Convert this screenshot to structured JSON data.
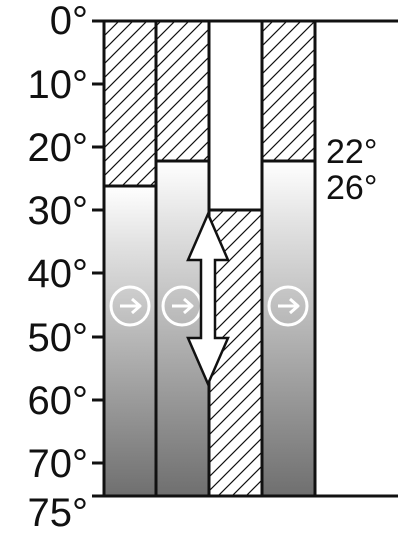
{
  "axis": {
    "ticks": [
      {
        "label": "0°",
        "value": 0
      },
      {
        "label": "10°",
        "value": 10
      },
      {
        "label": "20°",
        "value": 20
      },
      {
        "label": "30°",
        "value": 30
      },
      {
        "label": "40°",
        "value": 40
      },
      {
        "label": "50°",
        "value": 50
      },
      {
        "label": "60°",
        "value": 60
      },
      {
        "label": "70°",
        "value": 70
      },
      {
        "label": "75°",
        "value": 75
      }
    ],
    "range": [
      0,
      75
    ]
  },
  "columns": [
    {
      "hatched_to_deg": 26,
      "gradient_from_deg": 26,
      "arrow_icon": "arrow-right-circle-icon"
    },
    {
      "hatched_to_deg": 22,
      "gradient_from_deg": 22,
      "arrow_icon": "arrow-right-circle-icon"
    },
    {
      "hatched_from_deg": 30,
      "hatched_to_deg": 75,
      "double_arrow_deg": [
        30,
        57
      ],
      "double_arrow_icon": "double-arrow-up-down-icon"
    },
    {
      "hatched_to_deg": 22,
      "gradient_from_deg": 22,
      "arrow_icon": "arrow-right-circle-icon"
    }
  ],
  "annotations": {
    "a": "22°",
    "b": "26°"
  },
  "colors": {
    "line": "#111111",
    "gradient_top": "#ffffff",
    "gradient_bottom": "#6f6f6f",
    "icon": "#ffffff"
  }
}
